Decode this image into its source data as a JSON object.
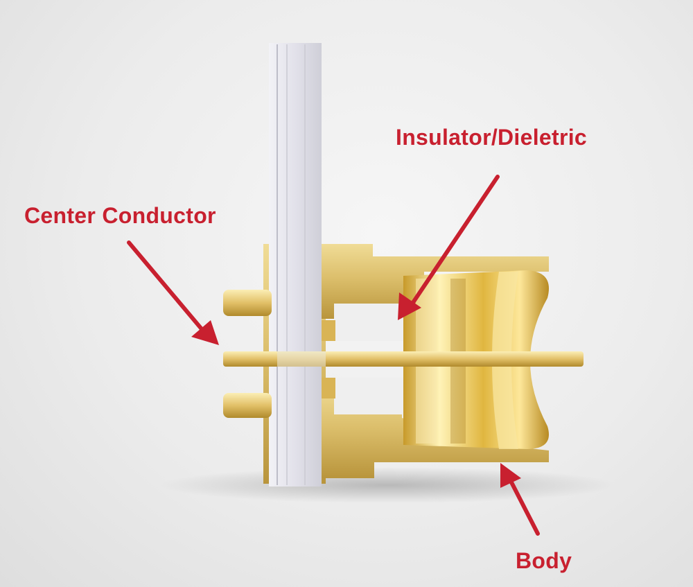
{
  "labels": {
    "insulator": "Insulator/Dieletric",
    "center_conductor": "Center Conductor",
    "body": "Body"
  },
  "colors": {
    "label_red": "#c8202f",
    "arrow_red": "#c8202f",
    "gold_light": "#f3df9a",
    "gold_mid": "#d8b75e",
    "gold_dark": "#a9832a",
    "pcb_white": "#e3e3ea",
    "background": "#ececec"
  },
  "icons": {
    "arrow": "arrow-icon"
  }
}
